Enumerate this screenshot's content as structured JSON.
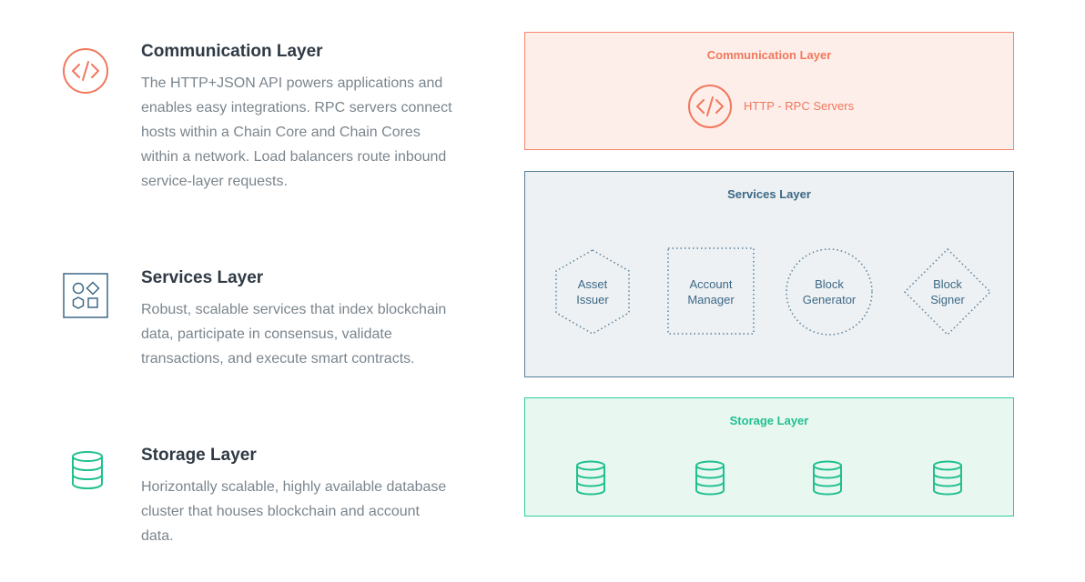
{
  "features": [
    {
      "title": "Communication Layer",
      "description": "The HTTP+JSON API powers applications and enables easy integrations. RPC servers connect hosts within a Chain Core and Chain Cores within a network. Load balancers route inbound service-layer requests.",
      "icon": "code-icon"
    },
    {
      "title": "Services Layer",
      "description": "Robust, scalable services that index blockchain data, participate in consensus, validate transactions, and execute smart contracts.",
      "icon": "shapes-grid-icon"
    },
    {
      "title": "Storage Layer",
      "description": "Horizontally scalable, highly available database cluster that houses blockchain and account data.",
      "icon": "database-icon"
    }
  ],
  "diagram": {
    "communication": {
      "title": "Communication Layer",
      "server_label": "HTTP - RPC Servers",
      "color": "#f0785d"
    },
    "services": {
      "title": "Services Layer",
      "color": "#3d6885",
      "nodes": [
        {
          "line1": "Asset",
          "line2": "Issuer",
          "shape": "hexagon"
        },
        {
          "line1": "Account",
          "line2": "Manager",
          "shape": "square"
        },
        {
          "line1": "Block",
          "line2": "Generator",
          "shape": "circle"
        },
        {
          "line1": "Block",
          "line2": "Signer",
          "shape": "diamond"
        }
      ]
    },
    "storage": {
      "title": "Storage Layer",
      "color": "#20c08f",
      "databases": [
        "database-icon",
        "database-icon",
        "database-icon",
        "database-icon"
      ]
    }
  }
}
